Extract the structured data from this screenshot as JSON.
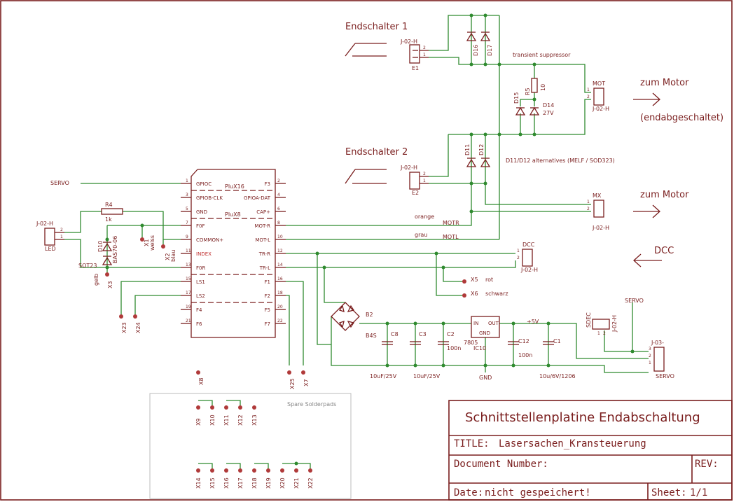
{
  "title_block": {
    "heading": "Schnittstellenplatine Endabschaltung",
    "title_label": "TITLE:",
    "title_value": "Lasersachen_Kransteuerung",
    "doc_label": "Document Number:",
    "rev_label": "REV:",
    "date_label": "Date:",
    "date_value": "nicht gespeichert!",
    "sheet_label": "Sheet:",
    "sheet_value": "1/1"
  },
  "headings": {
    "endschalter1": "Endschalter 1",
    "endschalter2": "Endschalter 2",
    "zum_motor_1": "zum Motor",
    "endabgeschaltet": "(endabgeschaltet)",
    "zum_motor_2": "zum Motor",
    "dcc": "DCC",
    "transient": "transient suppressor",
    "d11_note": "D11/D12 alternatives (MELF / SOD323)",
    "spare": "Spare Solderpads"
  },
  "nets": {
    "servo_left": "SERVO",
    "orange": "orange",
    "grau": "grau",
    "motr": "MOTR",
    "motl": "MOTL",
    "x5_rot": "rot",
    "x6_schwarz": "schwarz",
    "plus5v": "+5V",
    "gnd": "GND",
    "servo_right": "SERVO",
    "servo_bottom": "SERVO",
    "weiss": "weiss",
    "blau": "blau",
    "gelb": "gelb"
  },
  "ic": {
    "plux16": "PluX16",
    "plux8": "PluX8",
    "left_pins": [
      {
        "num": "1",
        "name": "GPIOC"
      },
      {
        "num": "3",
        "name": "GPIOB-CLK"
      },
      {
        "num": "5",
        "name": "GND"
      },
      {
        "num": "7",
        "name": "F0F"
      },
      {
        "num": "9",
        "name": "COMMON+"
      },
      {
        "num": "11",
        "name": "INDEX"
      },
      {
        "num": "13",
        "name": "F0R"
      },
      {
        "num": "15",
        "name": "LS1"
      },
      {
        "num": "17",
        "name": "LS2"
      },
      {
        "num": "19",
        "name": "F4"
      },
      {
        "num": "21",
        "name": "F6"
      }
    ],
    "right_pins": [
      {
        "num": "2",
        "name": "F3"
      },
      {
        "num": "4",
        "name": "GPIOA-DAT"
      },
      {
        "num": "6",
        "name": "CAP+"
      },
      {
        "num": "8",
        "name": "MOT-R"
      },
      {
        "num": "10",
        "name": "MOT-L"
      },
      {
        "num": "12",
        "name": "TR-R"
      },
      {
        "num": "14",
        "name": "TR-L"
      },
      {
        "num": "16",
        "name": "F1"
      },
      {
        "num": "18",
        "name": "F2"
      },
      {
        "num": "20",
        "name": "F5"
      },
      {
        "num": "22",
        "name": "F7"
      }
    ]
  },
  "parts": {
    "j_led": "J-02-H",
    "led": "LED",
    "r4": "R4",
    "r4_val": "1k",
    "d10": "D10",
    "d10_val": "BAS70-06",
    "sot23": "SOT23",
    "x1": "X1",
    "x2": "X2",
    "x3": "X3",
    "x23": "X23",
    "x24": "X24",
    "x25": "X25",
    "x7": "X7",
    "x8": "X8",
    "e1_type": "J-02-H",
    "e1": "E1",
    "e2_type": "J-02-H",
    "e2": "E2",
    "d16": "D16",
    "d17": "D17",
    "d11": "D11",
    "d12": "D12",
    "r5": "R5",
    "r5_val": "10",
    "d15": "D15",
    "d14": "D14",
    "d14_val": "27V",
    "mot": "MOT",
    "mot_type": "J-02-H",
    "mx": "MX",
    "mx_type": "J-02-H",
    "dcc_conn": "DCC",
    "dcc_type": "J-02-H",
    "x5": "X5",
    "x6": "X6",
    "b2": "B2",
    "b4s": "B4S",
    "c8": "C8",
    "c3": "C3",
    "c2": "C2",
    "c2_val": "100n",
    "ic10_in": "IN",
    "ic10_out": "OUT",
    "ic10_gnd": "GND",
    "ic10_name": "7805",
    "ic10": "IC10",
    "c12": "C12",
    "c12_val": "100n",
    "c1": "C1",
    "cap1_val": "10uF/25V",
    "cap2_val": "10uF/25V",
    "cap3_val": "10u/6V/1206",
    "sdec": "SDEC",
    "sdec_type": "J-02-H",
    "j03": "J-03-",
    "pin1": "1",
    "pin2": "2",
    "pin3": "3"
  },
  "spare_pads": [
    "X9",
    "X10",
    "X11",
    "X12",
    "X13",
    "X14",
    "X15",
    "X16",
    "X17",
    "X18",
    "X19",
    "X20",
    "X21",
    "X22"
  ],
  "colors": {
    "wire": "#7a1e1e",
    "net": "#2f8a2f",
    "pad": "#b03a3a",
    "text": "#7a1e1e"
  }
}
